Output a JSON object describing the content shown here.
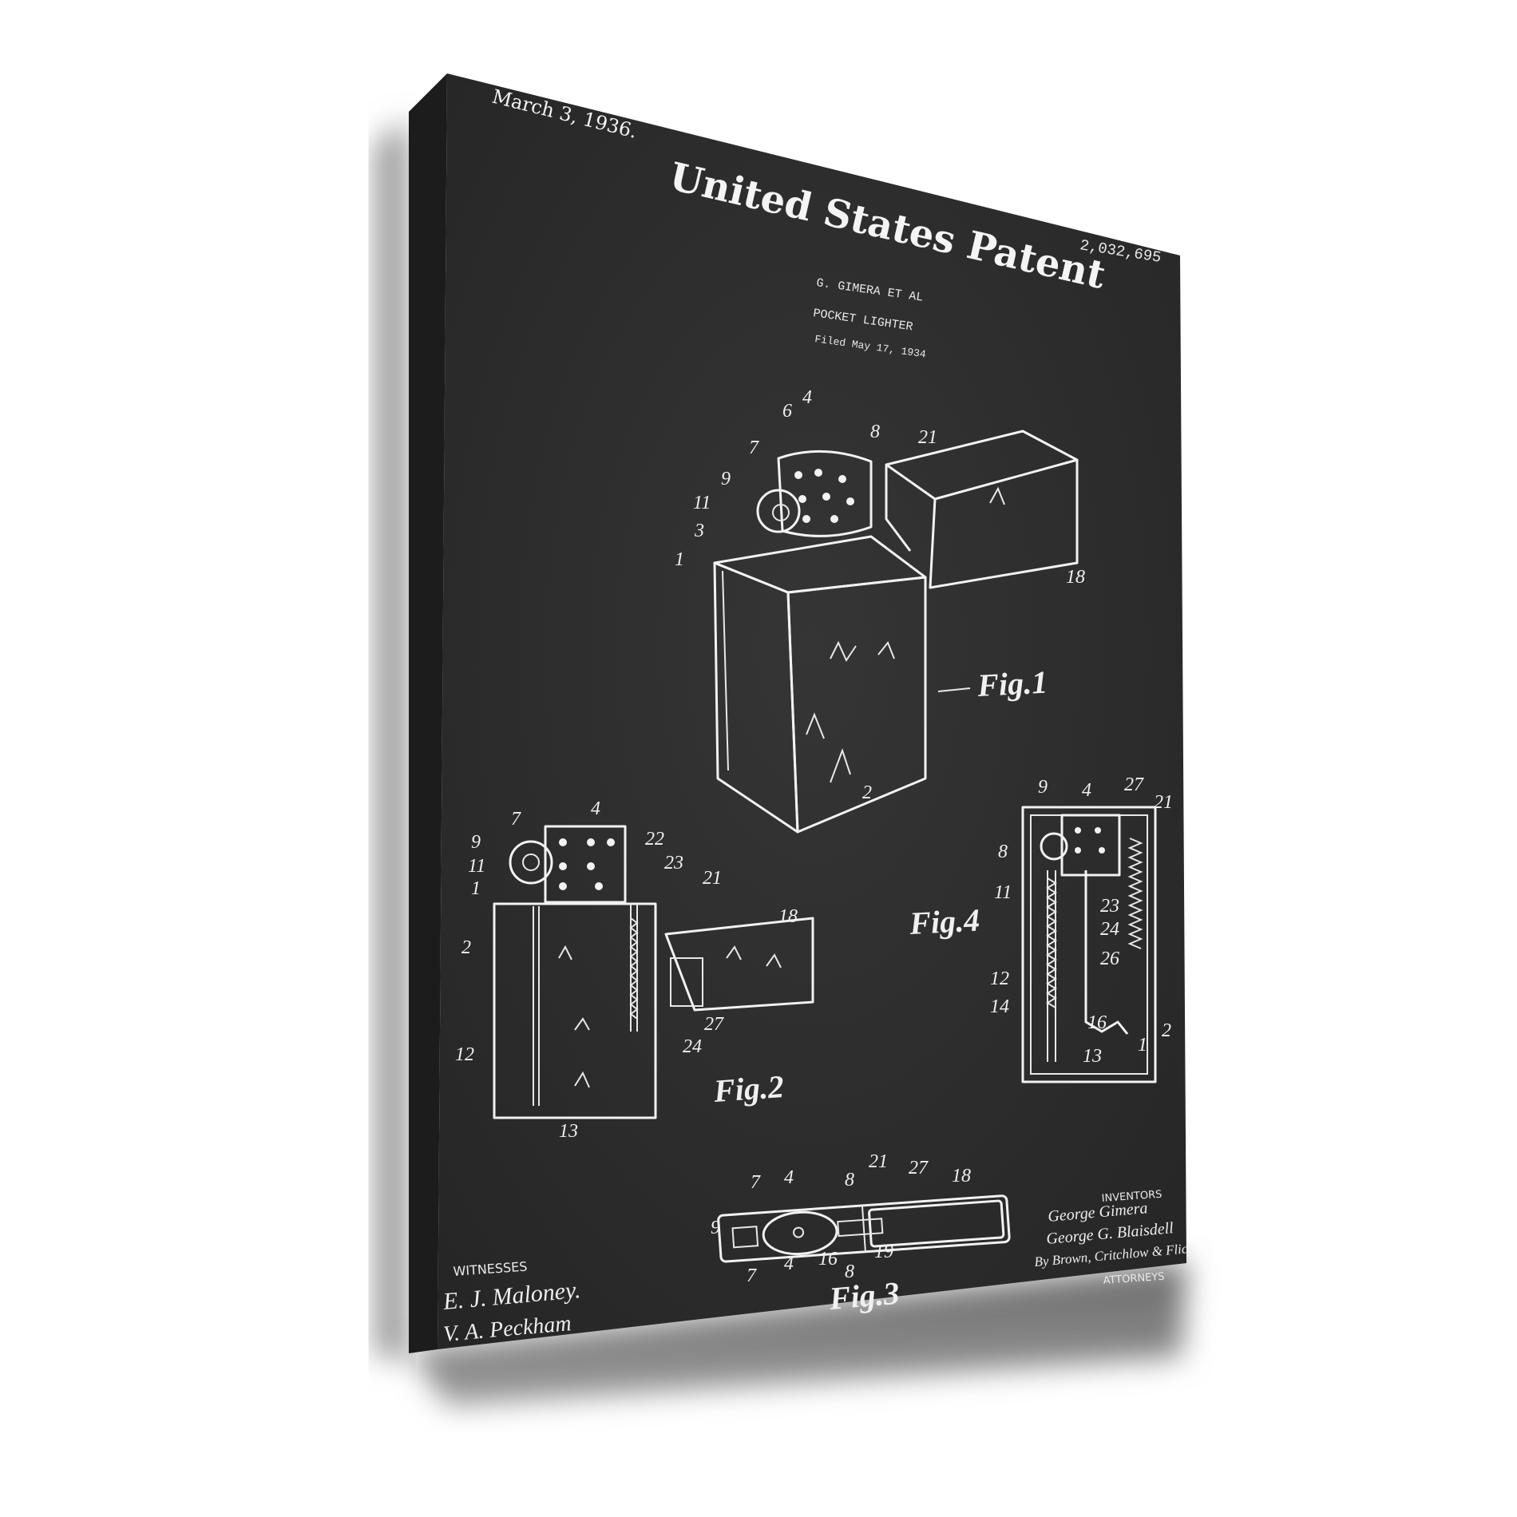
{
  "colors": {
    "canvas": "#2b2b2b",
    "canvas_side": "#1a1a1a",
    "ink": "#f2f2f2",
    "shadow": "#7a7a7a",
    "background": "#ffffff"
  },
  "header": {
    "date": "March 3, 1936.",
    "title": "United States Patent",
    "patent_number": "2,032,695",
    "inventor_line": "G. GIMERA ET AL",
    "invention": "POCKET LIGHTER",
    "filed": "Filed May 17, 1934"
  },
  "figures": {
    "fig1": {
      "label": "Fig.1",
      "parts": [
        "6",
        "4",
        "8",
        "21",
        "7",
        "9",
        "11",
        "3",
        "1",
        "18",
        "2"
      ]
    },
    "fig2": {
      "label": "Fig.2",
      "parts": [
        "7",
        "4",
        "22",
        "23",
        "21",
        "9",
        "11",
        "1",
        "2",
        "18",
        "27",
        "24",
        "12",
        "13"
      ]
    },
    "fig3": {
      "label": "Fig.3",
      "parts": [
        "7",
        "4",
        "8",
        "21",
        "27",
        "18",
        "9",
        "7",
        "4",
        "16",
        "8",
        "19"
      ]
    },
    "fig4": {
      "label": "Fig.4",
      "parts": [
        "9",
        "4",
        "27",
        "21",
        "8",
        "11",
        "23",
        "24",
        "26",
        "12",
        "14",
        "16",
        "13",
        "1",
        "2"
      ]
    }
  },
  "witnesses": {
    "heading": "WITNESSES",
    "signatures": [
      "E. J. Maloney.",
      "V. A. Peckham"
    ]
  },
  "inventors": {
    "heading": "INVENTORS",
    "signatures": [
      "George Gimera",
      "George G. Blaisdell",
      "By Brown, Critchlow & Flick"
    ],
    "attorneys_label": "ATTORNEYS"
  }
}
